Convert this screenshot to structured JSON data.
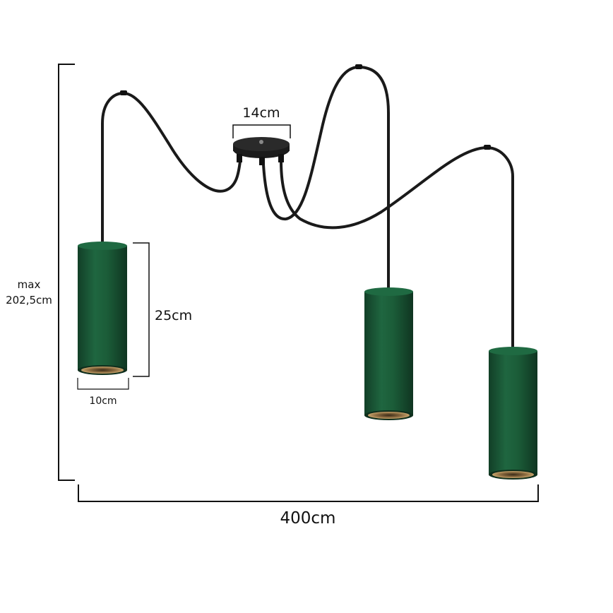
{
  "dimensions": {
    "ceiling_plate_width": "14cm",
    "shade_height": "25cm",
    "shade_diameter": "10cm",
    "max_height_line1": "max",
    "max_height_line2": "202,5cm",
    "total_span": "400cm"
  },
  "colors": {
    "shade": "#1d5a37",
    "shade_dark": "#123b24",
    "cable": "#1a1a1a",
    "interior": "#b08a55",
    "dimension_line": "#111111"
  },
  "product": {
    "lamps": [
      {
        "color": "green-velvet"
      },
      {
        "color": "green-velvet"
      },
      {
        "color": "green-velvet"
      }
    ]
  }
}
